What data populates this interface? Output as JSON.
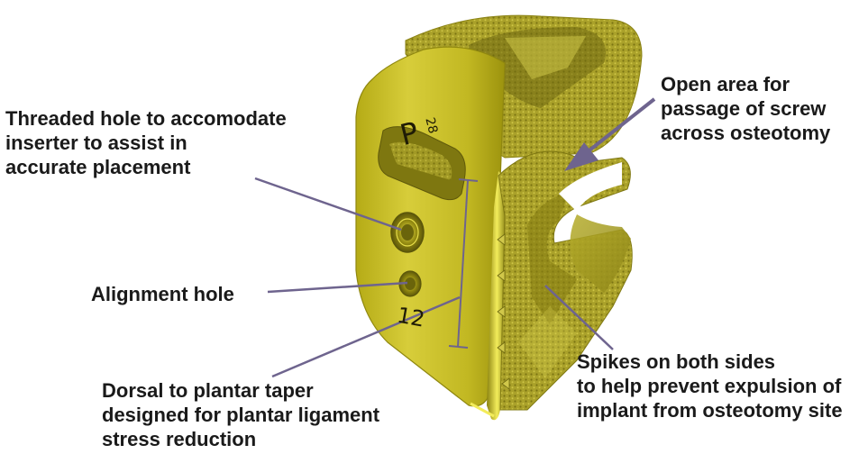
{
  "figure": {
    "product_marking": "P",
    "product_marking_sup": "28",
    "size_marking": "12",
    "leader_color": "#6e648e",
    "implant_color": "#c9bf2a"
  },
  "callouts": {
    "threaded_hole": [
      "Threaded hole to accomodate",
      "inserter to assist in",
      "accurate placement"
    ],
    "open_area": [
      "Open area for",
      "passage of screw",
      "across osteotomy"
    ],
    "alignment_hole": [
      "Alignment hole"
    ],
    "taper": [
      "Dorsal to plantar taper",
      "designed for plantar ligament",
      "stress reduction"
    ],
    "spikes": [
      "Spikes on both sides",
      "to help prevent expulsion of",
      "implant from osteotomy site"
    ]
  }
}
